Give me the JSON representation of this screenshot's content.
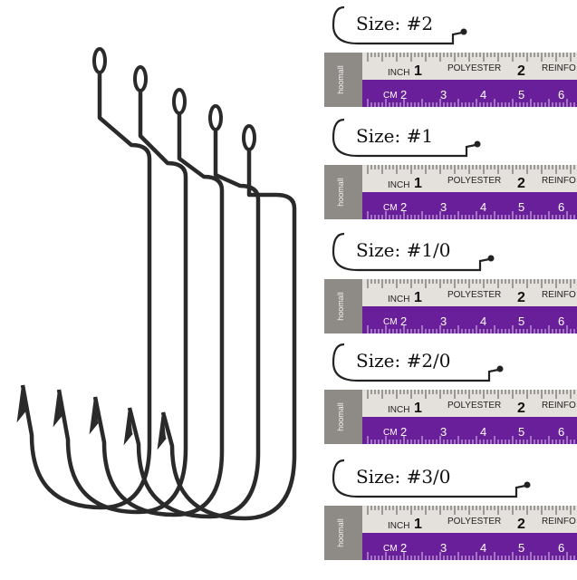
{
  "sizes": [
    {
      "label": "Size: #2"
    },
    {
      "label": "Size: #1"
    },
    {
      "label": "Size: #1/0"
    },
    {
      "label": "Size: #2/0"
    },
    {
      "label": "Size: #3/0"
    }
  ],
  "tape": {
    "brand": "hoomall",
    "inch_label": "INCH",
    "inch_numbers": [
      "1",
      "2"
    ],
    "material": "POLYESTER",
    "reinforced": "REINFO",
    "cm_label": "CM",
    "cm_numbers": [
      "2",
      "3",
      "4",
      "5",
      "6"
    ]
  },
  "colors": {
    "tape_purple": "#6a1f9a",
    "tape_light": "#e4e0dc",
    "hook_metal": "#2a2a2a",
    "background": "#ffffff"
  }
}
